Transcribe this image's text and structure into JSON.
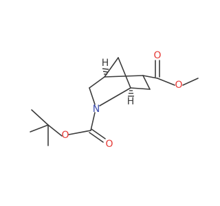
{
  "molecule": {
    "atom_labels": {
      "ester_carbonyl_o": "O",
      "ester_ether_o": "O",
      "ring_n": "N",
      "boc_carbonyl_o": "O",
      "boc_ether_o": "O",
      "bridgehead_h_top": "H",
      "bridgehead_h_bottom": "H"
    }
  },
  "colors": {
    "bond": "#3a3a3a",
    "oxygen": "#e53935",
    "nitrogen": "#3949ab",
    "background": "#ffffff"
  }
}
